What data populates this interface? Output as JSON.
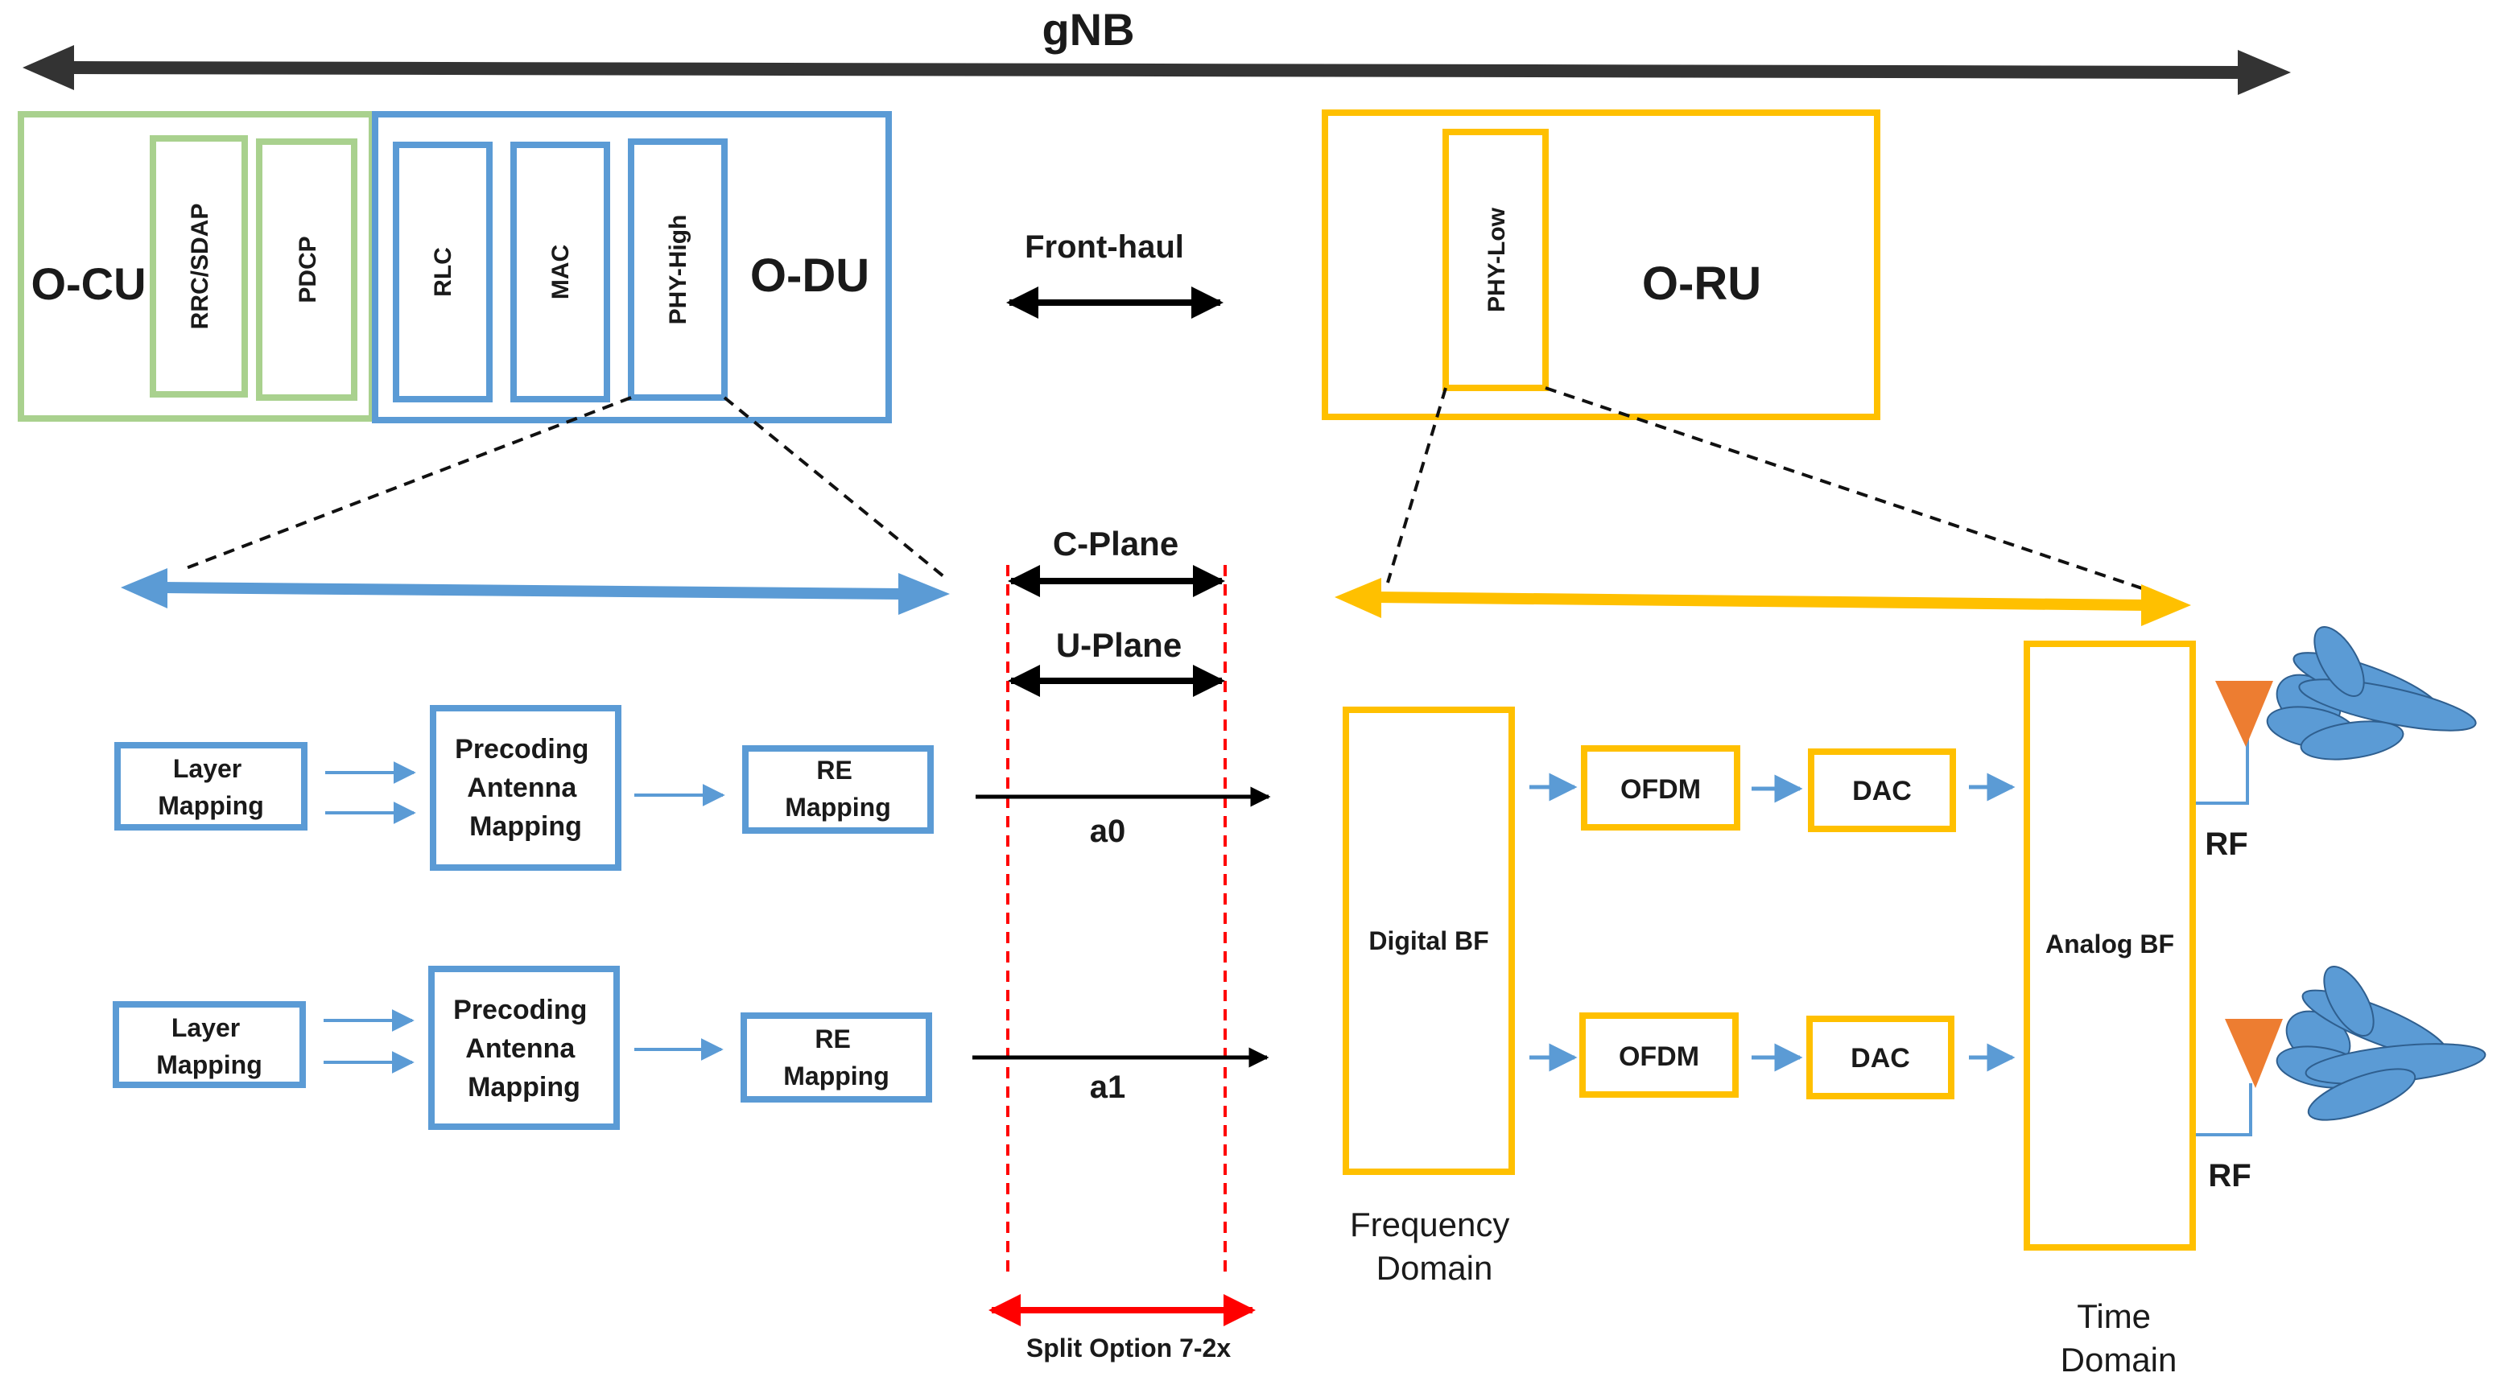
{
  "labels": {
    "gnb": "gNB",
    "o_cu": "O-CU",
    "rrc_sdap": "RRC/SDAP",
    "pdcp": "PDCP",
    "rlc": "RLC",
    "mac": "MAC",
    "phy_high": "PHY-High",
    "o_du": "O-DU",
    "front_haul": "Front-haul",
    "phy_low": "PHY-Low",
    "o_ru": "O-RU",
    "c_plane": "C-Plane",
    "u_plane": "U-Plane",
    "a0": "a0",
    "a1": "a1",
    "split_option": "Split Option 7-2x",
    "digital_bf": "Digital BF",
    "analog_bf": "Analog BF",
    "ofdm": "OFDM",
    "dac": "DAC",
    "rf": "RF",
    "frequency_domain": [
      "Frequency",
      "Domain"
    ],
    "time_domain": [
      "Time",
      "Domain"
    ]
  },
  "chains": [
    {
      "layer_mapping": [
        "Layer",
        "Mapping"
      ],
      "precoding": [
        "Precoding",
        "Antenna",
        "Mapping"
      ],
      "re_mapping": [
        "RE",
        "Mapping"
      ]
    },
    {
      "layer_mapping": [
        "Layer",
        "Mapping"
      ],
      "precoding": [
        "Precoding",
        "Antenna",
        "Mapping"
      ],
      "re_mapping": [
        "RE",
        "Mapping"
      ]
    }
  ],
  "colors": {
    "cu_green": "#a9d18e",
    "du_blue": "#5b9bd5",
    "ru_yellow": "#ffc000",
    "antenna_orange": "#ed7d31",
    "split_red": "#ff0000",
    "arrow_black": "#000000",
    "gnb_arrow": "#333333"
  }
}
